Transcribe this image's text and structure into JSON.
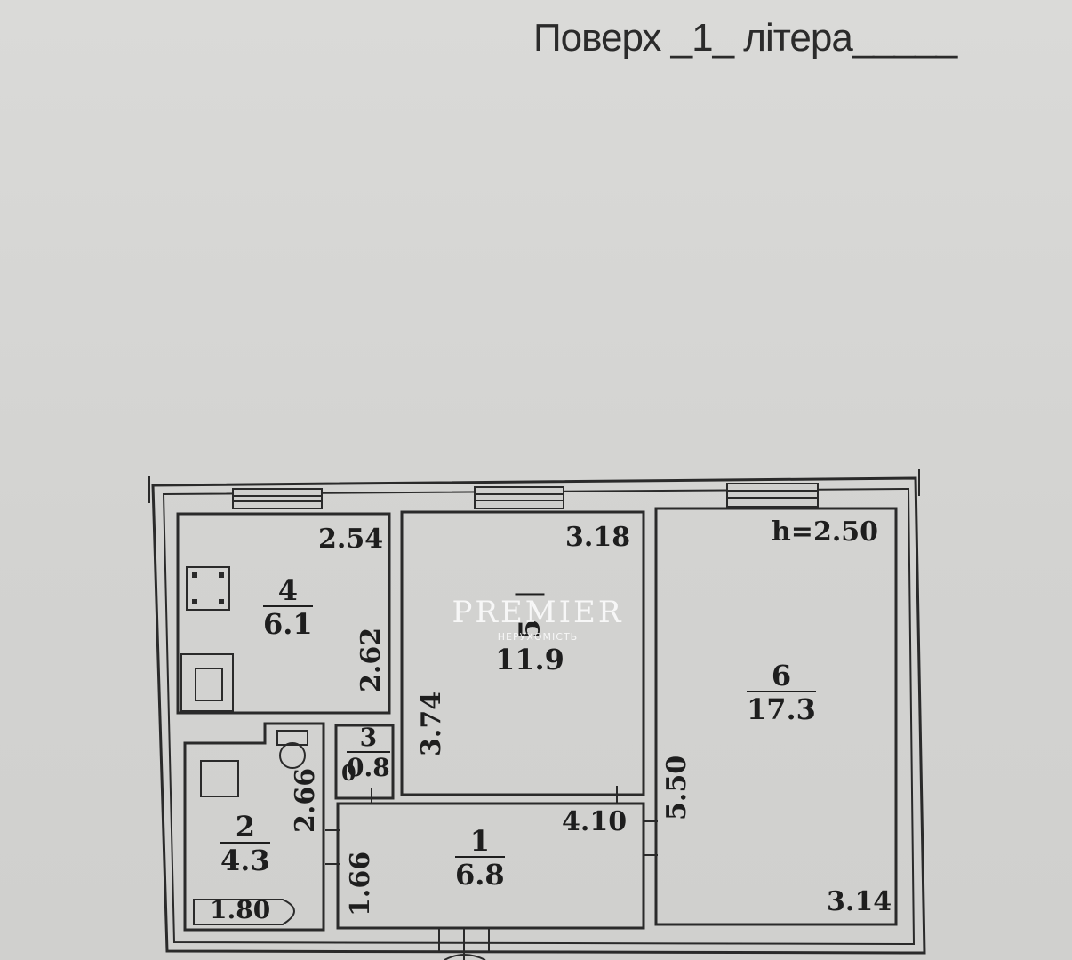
{
  "header": {
    "text": "Поверх _1_ літера_____"
  },
  "plan": {
    "ceiling": "h=2.50",
    "rooms": [
      {
        "id": "room-4",
        "number": "4",
        "area": "6.1"
      },
      {
        "id": "room-5",
        "number": "5",
        "area": "11.9"
      },
      {
        "id": "room-6",
        "number": "6",
        "area": "17.3"
      },
      {
        "id": "room-3",
        "number": "3",
        "area": "0.8"
      },
      {
        "id": "room-2",
        "number": "2",
        "area": "4.3"
      },
      {
        "id": "room-1",
        "number": "1",
        "area": "6.8"
      }
    ],
    "dimensions": {
      "d254": "2.54",
      "d318": "3.18",
      "d262": "2.62",
      "d374": "3.74",
      "d266": "2.66",
      "d550": "5.50",
      "d410": "4.10",
      "d166": "1.66",
      "d180": "1.80",
      "d314": "3.14",
      "d0": "0"
    }
  },
  "watermark": {
    "brand": "PREMIER",
    "subtitle": "НЕРУХОМІСТЬ"
  }
}
